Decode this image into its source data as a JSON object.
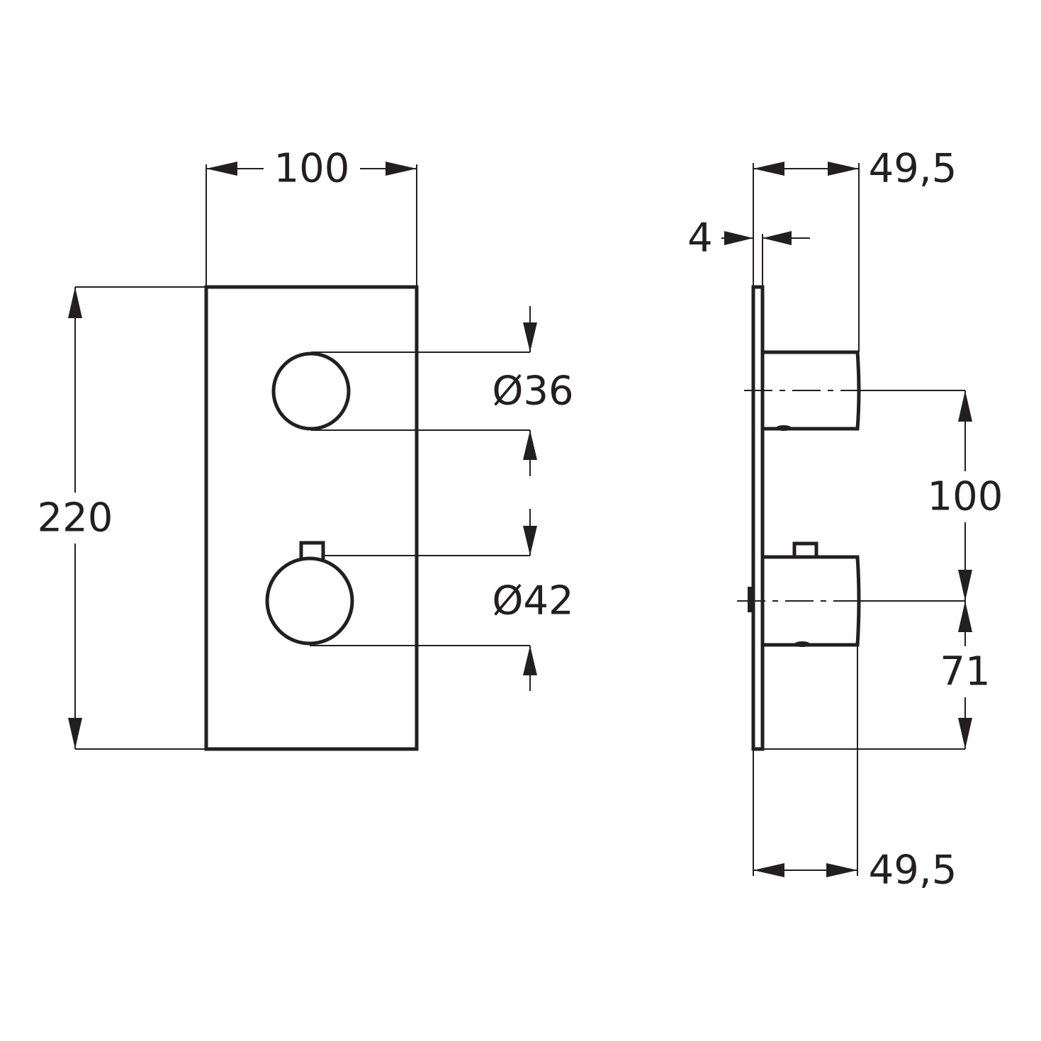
{
  "front_view": {
    "width_label": "100",
    "height_label": "220",
    "knob_top_diameter_label": "Ø36",
    "knob_bottom_diameter_label": "Ø42"
  },
  "side_view": {
    "depth_top_label": "49,5",
    "plate_thickness_label": "4",
    "knob_spacing_label": "100",
    "bottom_offset_label": "71",
    "depth_bottom_label": "49,5"
  },
  "colors": {
    "line": "#231f20",
    "background": "#ffffff"
  }
}
